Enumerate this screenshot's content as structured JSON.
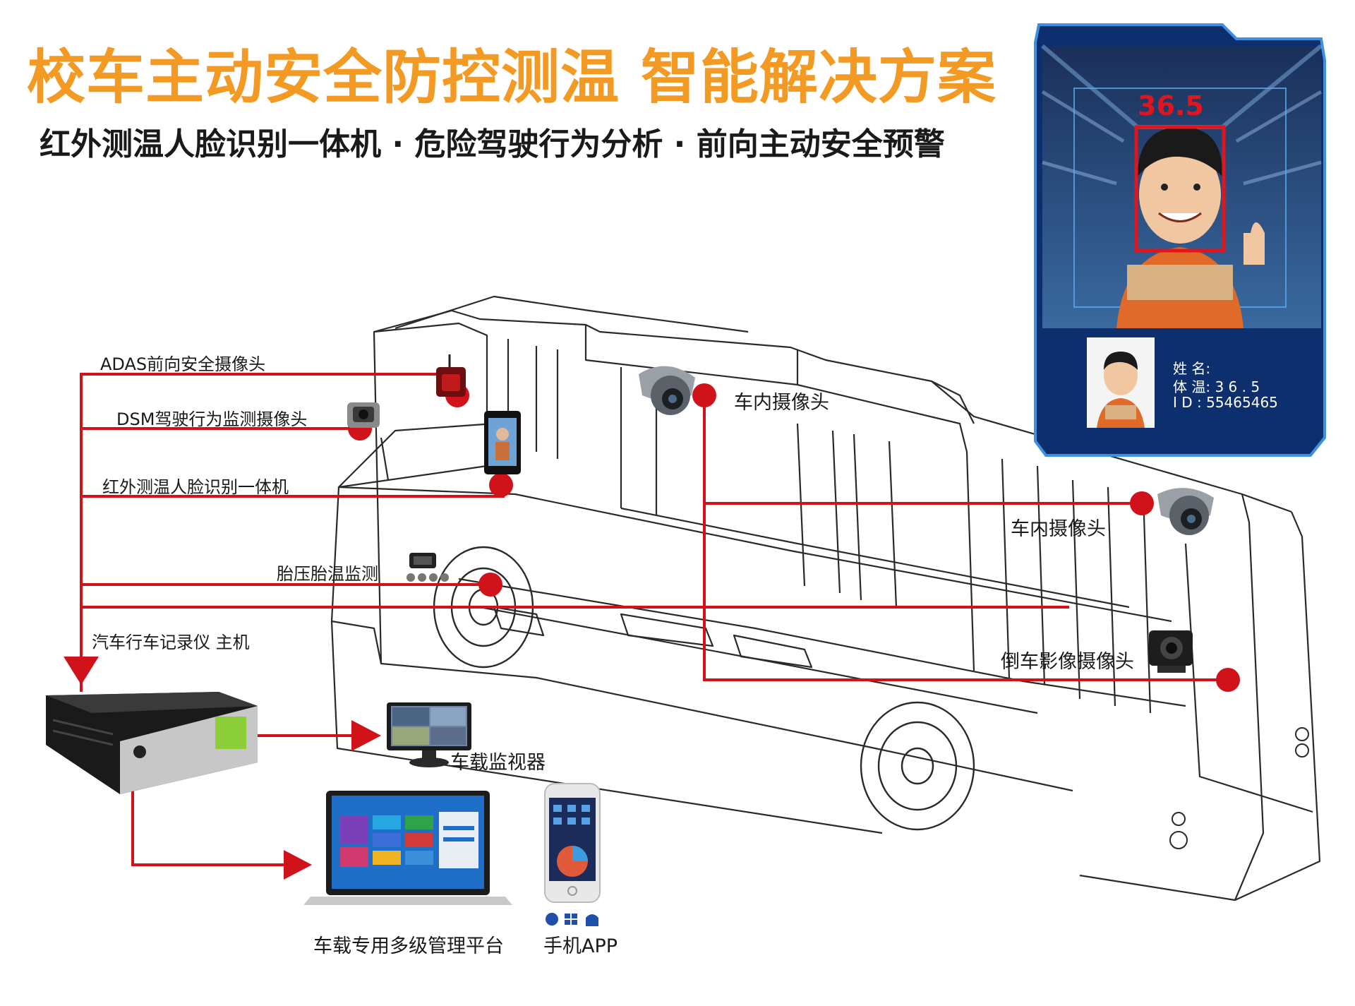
{
  "title": "校车主动安全防控测温 智能解决方案",
  "subtitle": "红外测温人脸识别一体机 · 危险驾驶行为分析 · 前向主动安全预警",
  "labels": {
    "adas": "ADAS前向安全摄像头",
    "dsm": "DSM驾驶行为监测摄像头",
    "ir_face": "红外测温人脸识别一体机",
    "tpms": "胎压胎温监测",
    "dvr": "汽车行车记录仪  主机",
    "cabin_cam_1": "车内摄像头",
    "cabin_cam_2": "车内摄像头",
    "reverse_cam": "倒车影像摄像头",
    "monitor": "车载监视器",
    "platform": "车载专用多级管理平台",
    "app": "手机APP"
  },
  "face_panel": {
    "temp_reading": "36.5",
    "name_label": "姓 名:",
    "temp_label": "体 温: 3 6 . 5",
    "id_label": "I D  :  55465465"
  },
  "colors": {
    "title": "#f39a25",
    "line": "#d0121b",
    "panel_bg": "#0d2f6e",
    "panel_frame": "#3f8fe0"
  }
}
